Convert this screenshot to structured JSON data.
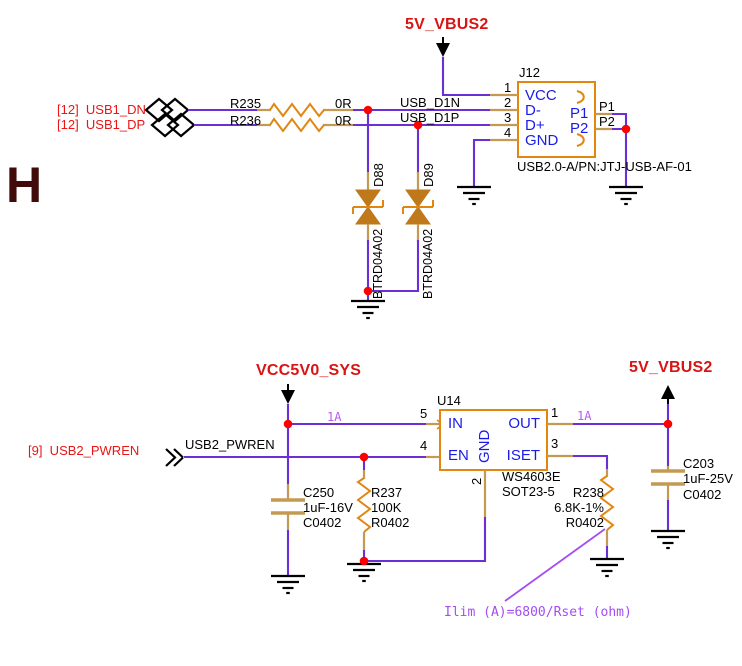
{
  "section_label": "H",
  "usb1": {
    "power_net": "5V_VBUS2",
    "port_dn": "[12]  USB1_DN",
    "port_dp": "[12]  USB1_DP",
    "r235_ref": "R235",
    "r235_val": "0R",
    "r236_ref": "R236",
    "r236_val": "0R",
    "net_d1n": "USB_D1N",
    "net_d1p": "USB_D1P",
    "j12": {
      "ref": "J12",
      "pin1_num": "1",
      "pin1_name": "VCC",
      "pin2_num": "2",
      "pin2_name": "D-",
      "pin3_num": "3",
      "pin3_name": "D+",
      "pin4_num": "4",
      "pin4_name": "GND",
      "p1_name": "P1",
      "p2_name": "P2",
      "p1_wire": "P1",
      "p2_wire": "P2",
      "part": "USB2.0-A/PN:JTJ-USB-AF-01"
    },
    "d88_ref": "D88",
    "d88_part": "BTRD04A02",
    "d89_ref": "D89",
    "d89_part": "BTRD04A02"
  },
  "usb2": {
    "power_in": "VCC5V0_SYS",
    "power_out": "5V_VBUS2",
    "port_pwren": "[9]  USB2_PWREN",
    "net_pwren": "USB2_PWREN",
    "current_in": "1A",
    "current_out": "1A",
    "u14": {
      "ref": "U14",
      "pin5_num": "5",
      "pin5_name": "IN",
      "pin4_num": "4",
      "pin4_name": "EN",
      "pin2_num": "2",
      "pin2_name": "GND",
      "pin1_num": "1",
      "pin1_name": "OUT",
      "pin3_num": "3",
      "pin3_name": "ISET",
      "part": "WS4603E",
      "package": "SOT23-5"
    },
    "c250_ref": "C250",
    "c250_val": "1uF-16V",
    "c250_pkg": "C0402",
    "r237_ref": "R237",
    "r237_val": "100K",
    "r237_pkg": "R0402",
    "r238_ref": "R238",
    "r238_val": "6.8K-1%",
    "r238_pkg": "R0402",
    "c203_ref": "C203",
    "c203_val": "1uF-25V",
    "c203_pkg": "C0402",
    "note": "Ilim (A)=6800/Rset (ohm)"
  },
  "colors": {
    "wire": "#6b2fd6",
    "pin": "#c49a53",
    "component_outline": "#e2860f",
    "diode_fill": "#c0791a",
    "pin_name_text": "#1b1be8",
    "net_flag_text": "#ea1515",
    "power_text": "#d81414",
    "annotation": "#a44df2",
    "junction_dot": "#ff0000",
    "section_label": "#420b0b"
  }
}
